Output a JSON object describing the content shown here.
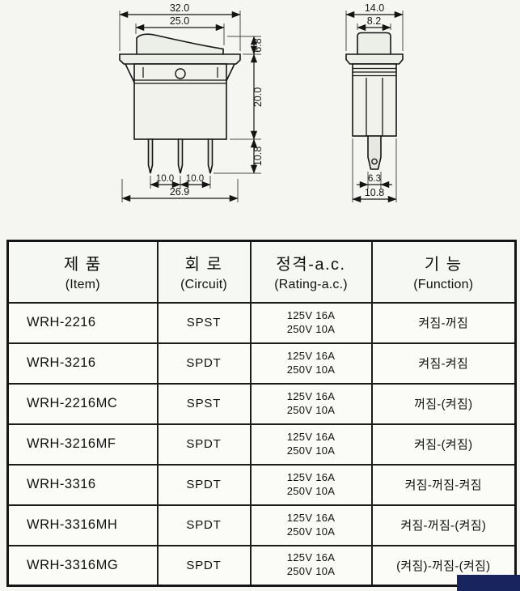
{
  "colors": {
    "page_bg": "#f5f6f2",
    "cell_bg": "#fbfcf8",
    "line": "#141414",
    "corner_mark": "#17245e"
  },
  "drawing": {
    "front_view": {
      "width_flange": "32.0",
      "width_rocker": "25.0",
      "height_rocker": "6.8",
      "height_body": "20.0",
      "length_pin": "10.8",
      "pin_pitch_left": "10.0",
      "pin_pitch_right": "10.0",
      "width_bottom": "26.9"
    },
    "side_view": {
      "width_flange": "14.0",
      "width_button": "8.2",
      "width_pin": "6.3",
      "width_body": "10.8"
    }
  },
  "table": {
    "headers": [
      {
        "ko": "제 품",
        "en": "(Item)"
      },
      {
        "ko": "회 로",
        "en": "(Circuit)"
      },
      {
        "ko": "정격-a.c.",
        "en": "(Rating-a.c.)"
      },
      {
        "ko": "기 능",
        "en": "(Function)"
      }
    ],
    "rows": [
      {
        "item": "WRH-2216",
        "circuit": "SPST",
        "rating1": "125V 16A",
        "rating2": "250V 10A",
        "function": "켜짐-꺼짐"
      },
      {
        "item": "WRH-3216",
        "circuit": "SPDT",
        "rating1": "125V 16A",
        "rating2": "250V 10A",
        "function": "켜짐-켜짐"
      },
      {
        "item": "WRH-2216MC",
        "circuit": "SPST",
        "rating1": "125V 16A",
        "rating2": "250V 10A",
        "function": "꺼짐-(켜짐)"
      },
      {
        "item": "WRH-3216MF",
        "circuit": "SPDT",
        "rating1": "125V 16A",
        "rating2": "250V 10A",
        "function": "켜짐-(켜짐)"
      },
      {
        "item": "WRH-3316",
        "circuit": "SPDT",
        "rating1": "125V 16A",
        "rating2": "250V 10A",
        "function": "켜짐-꺼짐-켜짐"
      },
      {
        "item": "WRH-3316MH",
        "circuit": "SPDT",
        "rating1": "125V 16A",
        "rating2": "250V 10A",
        "function": "켜짐-꺼짐-(켜짐)"
      },
      {
        "item": "WRH-3316MG",
        "circuit": "SPDT",
        "rating1": "125V 16A",
        "rating2": "250V 10A",
        "function": "(켜짐)-꺼짐-(켜짐)"
      }
    ]
  }
}
